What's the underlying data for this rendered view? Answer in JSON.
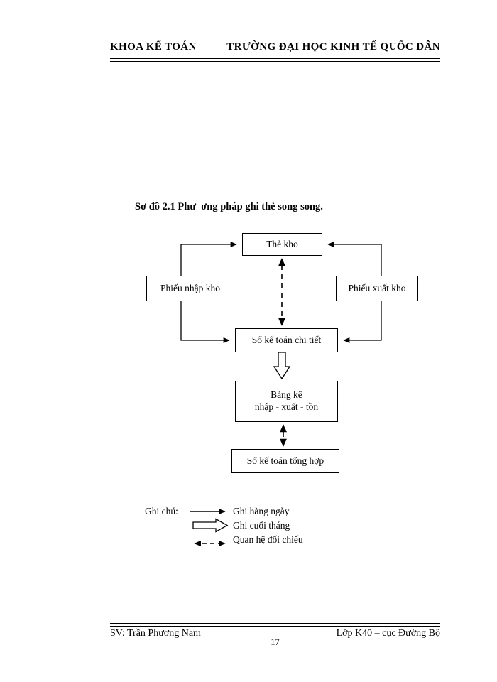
{
  "header": {
    "left": "KHOA KẾ TOÁN",
    "right": "TRƯỜNG ĐẠI HỌC KINH TẾ QUỐC DÂN"
  },
  "diagram": {
    "title": "Sơ đồ 2.1 Phư  ơng pháp ghi thẻ song song.",
    "nodes": [
      {
        "id": "the-kho",
        "label": "Thẻ kho"
      },
      {
        "id": "phieu-nhap",
        "label": "Phiếu nhập kho"
      },
      {
        "id": "phieu-xuat",
        "label": "Phiếu xuất kho"
      },
      {
        "id": "so-chi-tiet",
        "label": "Sổ kế toán chi tiết"
      },
      {
        "id": "bang-ke",
        "line1": "Bảng kê",
        "line2": "nhập - xuất - tồn"
      },
      {
        "id": "so-tong-hop",
        "label": "Sổ kế toán tổng hợp"
      }
    ]
  },
  "legend": {
    "label": "Ghi chú:",
    "items": [
      {
        "glyph": "solid-arrow-right-icon",
        "text": "Ghi hàng ngày"
      },
      {
        "glyph": "hollow-arrow-right-icon",
        "text": "Ghi cuối tháng"
      },
      {
        "glyph": "dashed-double-arrow-icon",
        "text": "Quan hệ đối chiếu"
      }
    ]
  },
  "footer": {
    "left": "SV: Trần Phương Nam",
    "page": "17",
    "right": "Lớp K40 – cục Đường Bộ"
  },
  "colors": {
    "ink": "#000000",
    "paper": "#ffffff"
  }
}
